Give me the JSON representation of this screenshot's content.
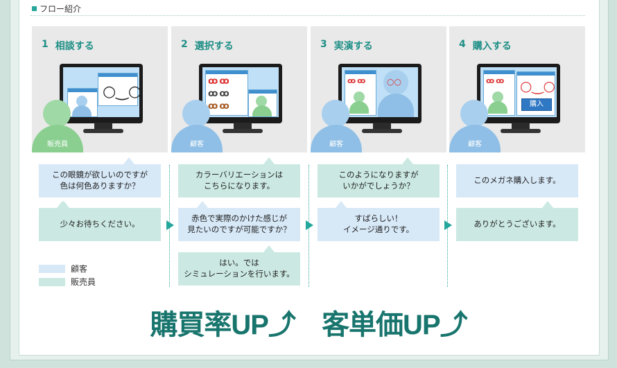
{
  "section": {
    "title": "フロー紹介"
  },
  "steps": [
    {
      "num": "1",
      "label": "相談する",
      "person": "販売員"
    },
    {
      "num": "2",
      "label": "選択する",
      "person": "顧客"
    },
    {
      "num": "3",
      "label": "実演する",
      "person": "顧客"
    },
    {
      "num": "4",
      "label": "購入する",
      "person": "顧客",
      "buy_button": "購入"
    }
  ],
  "dialogs": {
    "s1_a": "この眼鏡が欲しいのですが\n色は何色ありますか？",
    "s1_b": "少々お待ちください。",
    "s2_a": "カラーバリエーションは\nこちらになります。",
    "s2_b": "赤色で実際のかけた感じが\n見たいのですが可能ですか？",
    "s2_c": "はい。では\nシミュレーションを行います。",
    "s3_a": "このようになりますが\nいかがでしょうか？",
    "s3_b": "すばらしい！\nイメージ通りです。",
    "s4_a": "このメガネ購入します。",
    "s4_b": "ありがとうございます。"
  },
  "legend": {
    "customer": "顧客",
    "clerk": "販売員"
  },
  "headline": {
    "left": "購買率UP⤴",
    "right": "客単価UP⤴"
  },
  "colors": {
    "accent": "#1f8f86",
    "customer_bubble": "#d7e8f7",
    "clerk_bubble": "#cbe9e2",
    "headline": "#18756d"
  }
}
